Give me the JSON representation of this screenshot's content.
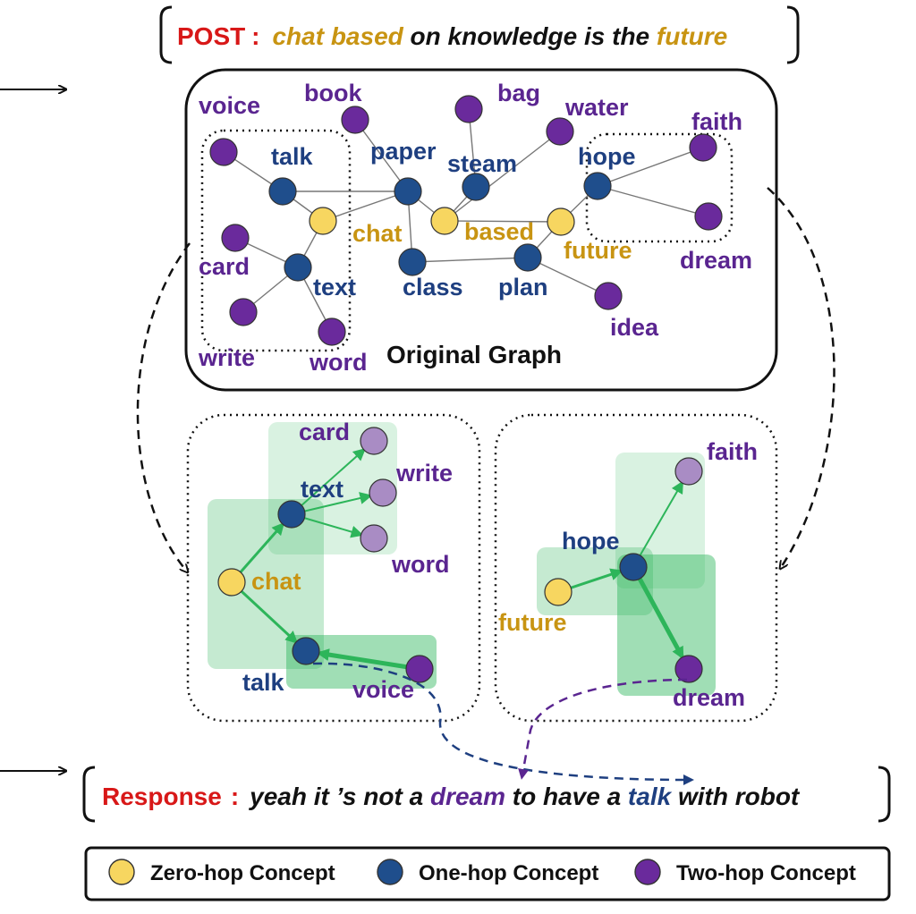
{
  "colors": {
    "zero_hop": "#f7d660",
    "one_hop": "#1f4e8c",
    "two_hop": "#6a2a9c",
    "two_hop_light": "#a98cc4",
    "label_zero": "#c89412",
    "label_one": "#1e3f80",
    "label_two": "#5a2590",
    "red": "#d81818",
    "green": "#2db55a",
    "text": "#111111"
  },
  "post": {
    "tag": "POST",
    "sep": ":",
    "segments": [
      {
        "text": "chat based",
        "style": "zero",
        "italic": true
      },
      {
        "text": " on knowledge is the ",
        "style": "text",
        "italic": true
      },
      {
        "text": "future",
        "style": "zero",
        "italic": true
      }
    ]
  },
  "response": {
    "tag": "Response",
    "sep": ":",
    "segments": [
      {
        "text": "yeah it ’s not a ",
        "style": "text",
        "italic": true
      },
      {
        "text": "dream",
        "style": "two",
        "italic": true
      },
      {
        "text": " to have a ",
        "style": "text",
        "italic": true
      },
      {
        "text": "talk",
        "style": "one",
        "italic": true
      },
      {
        "text": " with robot",
        "style": "text",
        "italic": true
      }
    ]
  },
  "graph_caption": "Original Graph",
  "graph": {
    "nodes": [
      {
        "id": "voice",
        "hop": 2,
        "label": "voice"
      },
      {
        "id": "book",
        "hop": 2,
        "label": "book"
      },
      {
        "id": "bag",
        "hop": 2,
        "label": "bag"
      },
      {
        "id": "water",
        "hop": 2,
        "label": "water"
      },
      {
        "id": "faith",
        "hop": 2,
        "label": "faith"
      },
      {
        "id": "talk",
        "hop": 1,
        "label": "talk"
      },
      {
        "id": "paper",
        "hop": 1,
        "label": "paper"
      },
      {
        "id": "steam",
        "hop": 1,
        "label": "steam"
      },
      {
        "id": "hope",
        "hop": 1,
        "label": "hope"
      },
      {
        "id": "chat",
        "hop": 0,
        "label": "chat"
      },
      {
        "id": "based",
        "hop": 0,
        "label": "based"
      },
      {
        "id": "future",
        "hop": 0,
        "label": "future"
      },
      {
        "id": "card",
        "hop": 2,
        "label": "card"
      },
      {
        "id": "text",
        "hop": 1,
        "label": "text"
      },
      {
        "id": "class",
        "hop": 1,
        "label": "class"
      },
      {
        "id": "plan",
        "hop": 1,
        "label": "plan"
      },
      {
        "id": "dream",
        "hop": 2,
        "label": "dream"
      },
      {
        "id": "idea",
        "hop": 2,
        "label": "idea"
      },
      {
        "id": "write",
        "hop": 2,
        "label": "write"
      },
      {
        "id": "word",
        "hop": 2,
        "label": "word"
      }
    ],
    "edges": [
      [
        "voice",
        "talk"
      ],
      [
        "talk",
        "chat"
      ],
      [
        "talk",
        "paper"
      ],
      [
        "book",
        "paper"
      ],
      [
        "paper",
        "chat"
      ],
      [
        "paper",
        "based"
      ],
      [
        "paper",
        "class"
      ],
      [
        "steam",
        "based"
      ],
      [
        "bag",
        "steam"
      ],
      [
        "water",
        "based"
      ],
      [
        "based",
        "future"
      ],
      [
        "future",
        "hope"
      ],
      [
        "hope",
        "faith"
      ],
      [
        "hope",
        "dream"
      ],
      [
        "chat",
        "text"
      ],
      [
        "card",
        "text"
      ],
      [
        "text",
        "write"
      ],
      [
        "text",
        "word"
      ],
      [
        "class",
        "plan"
      ],
      [
        "plan",
        "future"
      ],
      [
        "plan",
        "idea"
      ]
    ]
  },
  "subgraph_left": {
    "nodes": [
      {
        "id": "card",
        "hop": 2,
        "label": "card"
      },
      {
        "id": "text",
        "hop": 1,
        "label": "text"
      },
      {
        "id": "write",
        "hop": 2,
        "label": "write"
      },
      {
        "id": "word",
        "hop": 2,
        "label": "word"
      },
      {
        "id": "chat",
        "hop": 0,
        "label": "chat"
      },
      {
        "id": "talk",
        "hop": 1,
        "label": "talk"
      },
      {
        "id": "voice",
        "hop": 2,
        "label": "voice"
      }
    ],
    "edges": [
      [
        "chat",
        "text"
      ],
      [
        "chat",
        "talk"
      ],
      [
        "voice",
        "talk"
      ],
      [
        "text",
        "card"
      ],
      [
        "text",
        "write"
      ],
      [
        "text",
        "word"
      ]
    ]
  },
  "subgraph_right": {
    "nodes": [
      {
        "id": "faith",
        "hop": 2,
        "label": "faith"
      },
      {
        "id": "hope",
        "hop": 1,
        "label": "hope"
      },
      {
        "id": "future",
        "hop": 0,
        "label": "future"
      },
      {
        "id": "dream",
        "hop": 2,
        "label": "dream"
      }
    ],
    "edges": [
      [
        "future",
        "hope"
      ],
      [
        "hope",
        "faith"
      ],
      [
        "hope",
        "dream"
      ]
    ]
  },
  "legend": [
    {
      "hop": 0,
      "label": "Zero-hop Concept"
    },
    {
      "hop": 1,
      "label": "One-hop Concept"
    },
    {
      "hop": 2,
      "label": "Two-hop Concept"
    }
  ]
}
